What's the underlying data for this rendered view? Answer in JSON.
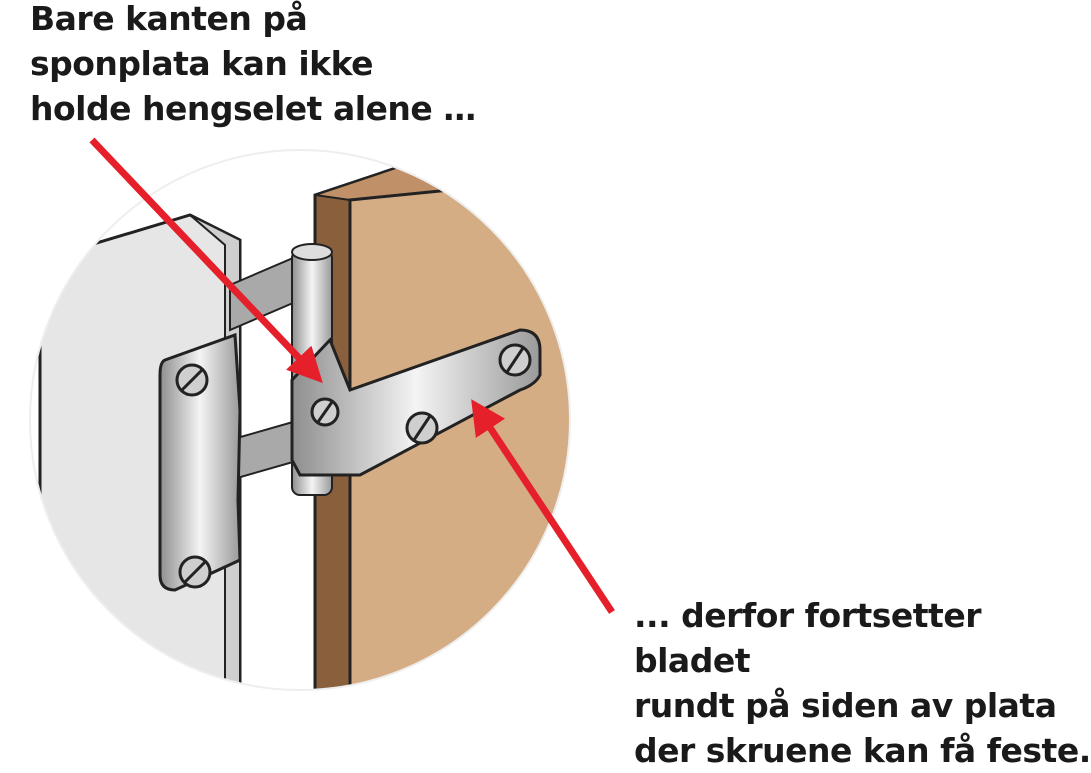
{
  "captions": {
    "top": [
      "Bare kanten på",
      "sponplata kan ikke",
      "holde hengselet alene …"
    ],
    "bottom": [
      "... derfor fortsetter bladet",
      "rundt på siden av plata",
      "der skruene kan få feste."
    ]
  },
  "colors": {
    "arrow": "#e5202a",
    "board_face": "#d5ad85",
    "board_edge": "#8a5f3c",
    "board_top": "#c09068",
    "panel": "#e8e8e8",
    "metal": "#b8b8b8"
  }
}
